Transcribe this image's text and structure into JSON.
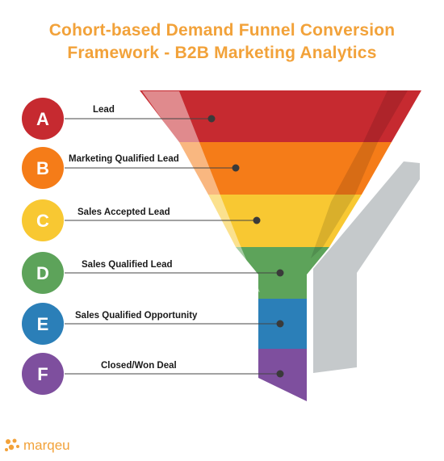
{
  "title": {
    "line1": "Cohort-based Demand Funnel Conversion",
    "line2": "Framework - B2B Marketing Analytics"
  },
  "stages": [
    {
      "letter": "A",
      "label": "Lead",
      "color": "#c62a30"
    },
    {
      "letter": "B",
      "label": "Marketing Qualified Lead",
      "color": "#f57c18"
    },
    {
      "letter": "C",
      "label": "Sales Accepted Lead",
      "color": "#f8c832"
    },
    {
      "letter": "D",
      "label": "Sales Qualified Lead",
      "color": "#5da35a"
    },
    {
      "letter": "E",
      "label": "Sales Qualified Opportunity",
      "color": "#2b7fb8"
    },
    {
      "letter": "F",
      "label": "Closed/Won Deal",
      "color": "#7e4f9e"
    }
  ],
  "brand": {
    "name": "marqeu",
    "color": "#f2a23a"
  },
  "shadow_color": "#c5c9cb"
}
